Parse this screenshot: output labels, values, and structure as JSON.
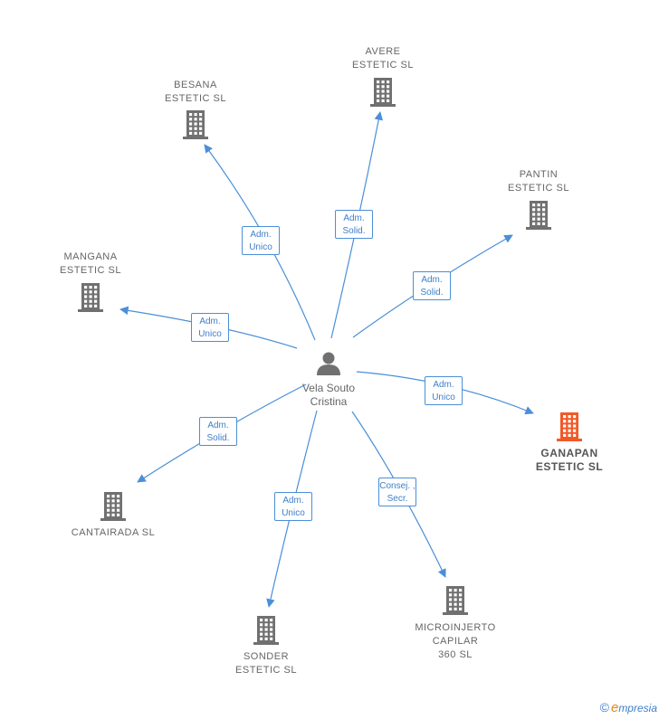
{
  "colors": {
    "edge": "#4a8fd8",
    "company_icon": "#707070",
    "company_highlight": "#f05a28",
    "person_icon": "#707070"
  },
  "person": {
    "name_lines": [
      "Vela Souto",
      "Cristina"
    ],
    "icon": "person-icon"
  },
  "companies": [
    {
      "id": "avere",
      "lines": [
        "AVERE",
        "ESTETIC  SL"
      ],
      "highlight": false,
      "icon": "building-icon"
    },
    {
      "id": "besana",
      "lines": [
        "BESANA",
        "ESTETIC  SL"
      ],
      "highlight": false,
      "icon": "building-icon"
    },
    {
      "id": "pantin",
      "lines": [
        "PANTIN",
        "ESTETIC  SL"
      ],
      "highlight": false,
      "icon": "building-icon"
    },
    {
      "id": "mangana",
      "lines": [
        "MANGANA",
        "ESTETIC  SL"
      ],
      "highlight": false,
      "icon": "building-icon"
    },
    {
      "id": "ganapan",
      "lines": [
        "GANAPAN",
        "ESTETIC  SL"
      ],
      "highlight": true,
      "icon": "building-icon"
    },
    {
      "id": "cantairada",
      "lines": [
        "CANTAIRADA SL"
      ],
      "highlight": false,
      "icon": "building-icon"
    },
    {
      "id": "microinjerto",
      "lines": [
        "MICROINJERTO",
        "CAPILAR",
        "360  SL"
      ],
      "highlight": false,
      "icon": "building-icon"
    },
    {
      "id": "sonder",
      "lines": [
        "SONDER",
        "ESTETIC  SL"
      ],
      "highlight": false,
      "icon": "building-icon"
    }
  ],
  "relations": [
    {
      "to": "besana",
      "lines": [
        "Adm.",
        "Unico"
      ]
    },
    {
      "to": "avere",
      "lines": [
        "Adm.",
        "Solid."
      ]
    },
    {
      "to": "pantin",
      "lines": [
        "Adm.",
        "Solid."
      ]
    },
    {
      "to": "mangana",
      "lines": [
        "Adm.",
        "Unico"
      ]
    },
    {
      "to": "ganapan",
      "lines": [
        "Adm.",
        "Unico"
      ]
    },
    {
      "to": "cantairada",
      "lines": [
        "Adm.",
        "Solid."
      ]
    },
    {
      "to": "sonder",
      "lines": [
        "Adm.",
        "Unico"
      ]
    },
    {
      "to": "microinjerto",
      "lines": [
        "Consej. ,",
        "Secr."
      ]
    }
  ],
  "footer": {
    "copyright_symbol": "©",
    "brand_initial": "e",
    "brand_rest": "mpresia"
  }
}
